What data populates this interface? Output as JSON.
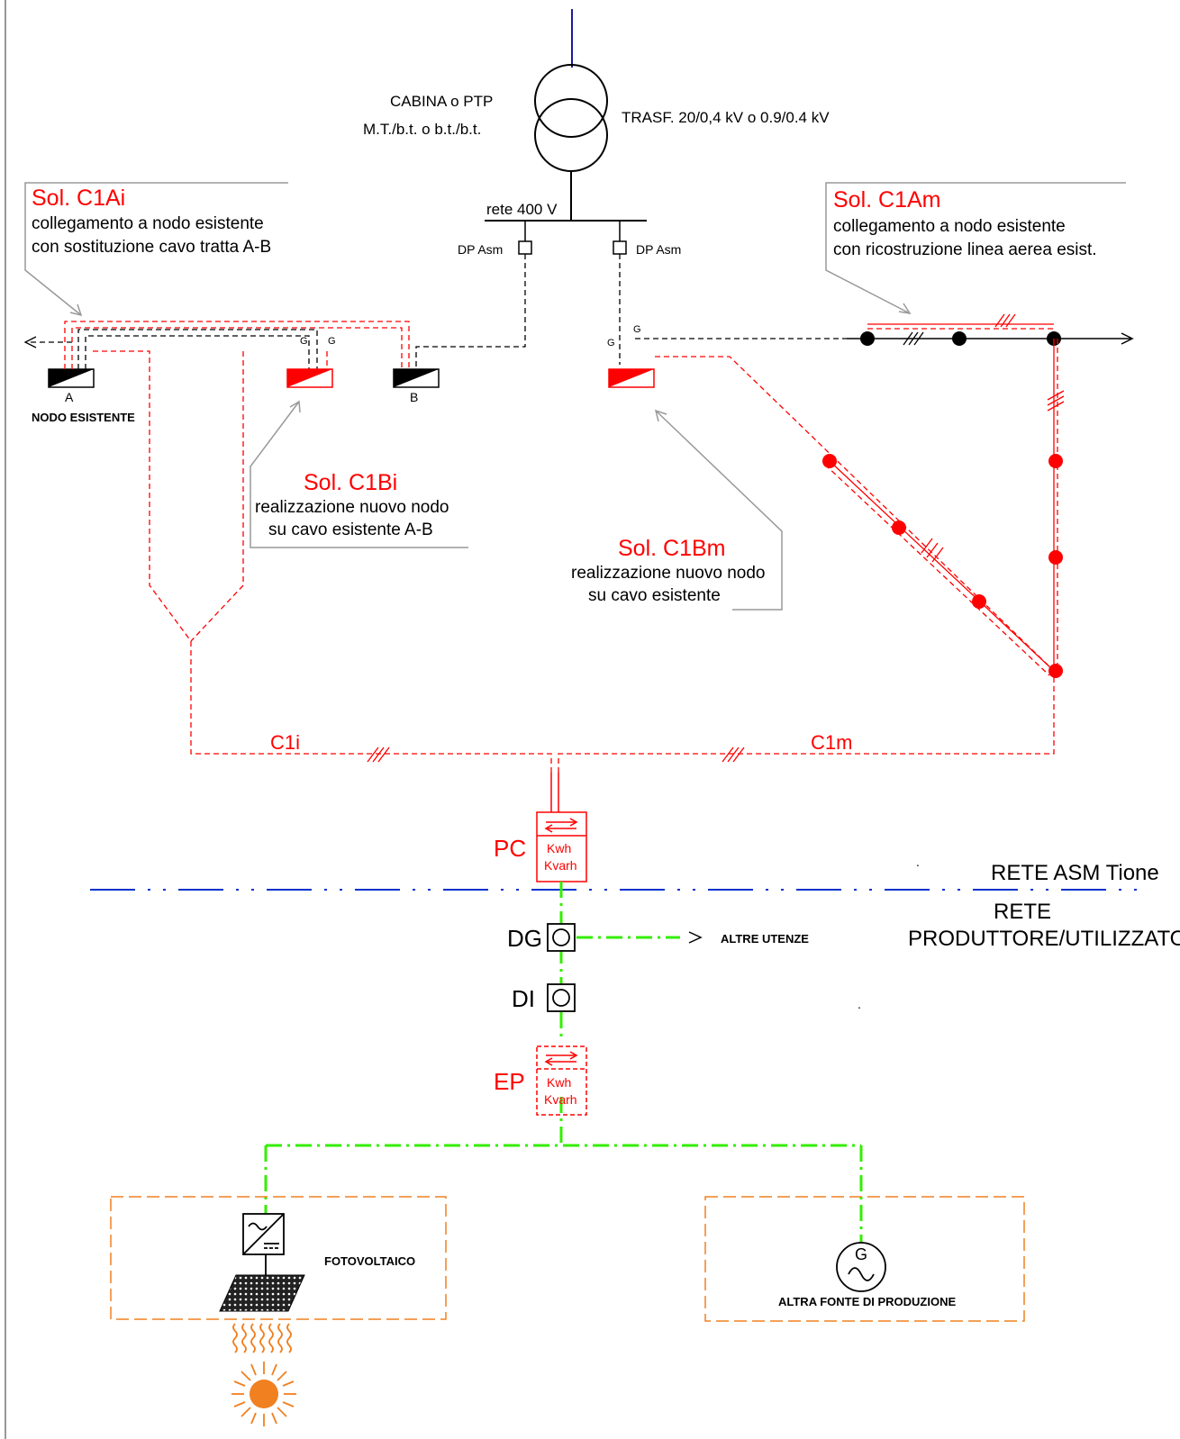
{
  "colors": {
    "existing": "#000000",
    "new": "#ff0000",
    "mv_line": "#1a1aa0",
    "boundary": "#0033cc",
    "producer": "#33ee00",
    "plant_box": "#f08020",
    "callout": "#999999"
  },
  "substation": {
    "cabina_line1": "CABINA o PTP",
    "cabina_line2": "M.T./b.t. o b.t./b.t.",
    "transformer": "TRASF. 20/0,4 kV o 0.9/0.4 kV",
    "busbar": "rete 400 V",
    "dp_left": "DP Asm",
    "dp_right": "DP Asm",
    "g_mark": "G"
  },
  "nodes": {
    "a_label": "A",
    "a_caption": "NODO ESISTENTE",
    "b_label": "B"
  },
  "solutions": {
    "c1ai": {
      "title": "Sol. C1Ai",
      "line1": "collegamento a nodo esistente",
      "line2": "con sostituzione cavo tratta A-B"
    },
    "c1bi": {
      "title": "Sol. C1Bi",
      "line1": "realizzazione nuovo nodo",
      "line2": "su cavo esistente A-B"
    },
    "c1bm": {
      "title": "Sol. C1Bm",
      "line1": "realizzazione nuovo nodo",
      "line2": "su cavo esistente"
    },
    "c1am": {
      "title": "Sol. C1Am",
      "line1": "collegamento a nodo esistente",
      "line2": "con ricostruzione linea aerea esist."
    }
  },
  "links": {
    "c1i": "C1i",
    "c1m": "C1m"
  },
  "meters": {
    "pc": {
      "label": "PC",
      "l1": "Kwh",
      "l2": "Kvarh"
    },
    "ep": {
      "label": "EP",
      "l1": "Kwh",
      "l2": "Kvarh"
    }
  },
  "boundary": {
    "asm": "RETE ASM Tione",
    "user1": "RETE",
    "user2": "PRODUTTORE/UTILIZZATORE"
  },
  "devices": {
    "dg": "DG",
    "di": "DI",
    "other_users": "ALTRE UTENZE"
  },
  "plants": {
    "pv": "FOTOVOLTAICO",
    "other": "ALTRA FONTE DI PRODUZIONE",
    "gen_symbol": "G"
  }
}
